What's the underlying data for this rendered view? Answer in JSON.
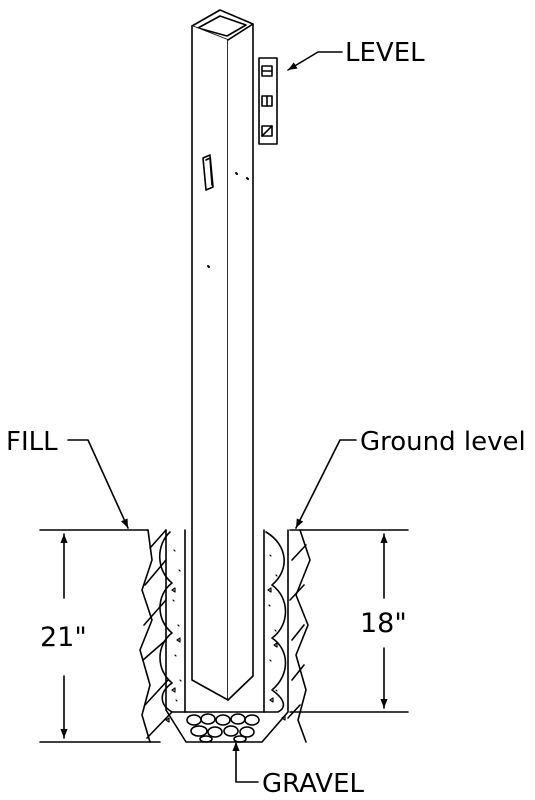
{
  "labels": {
    "level": "LEVEL",
    "fill": "FILL",
    "ground_level": "Ground level",
    "gravel": "GRAVEL",
    "dim_total": "21\"",
    "dim_post": "18\""
  },
  "colors": {
    "ink": "#000000",
    "paper": "#ffffff"
  }
}
